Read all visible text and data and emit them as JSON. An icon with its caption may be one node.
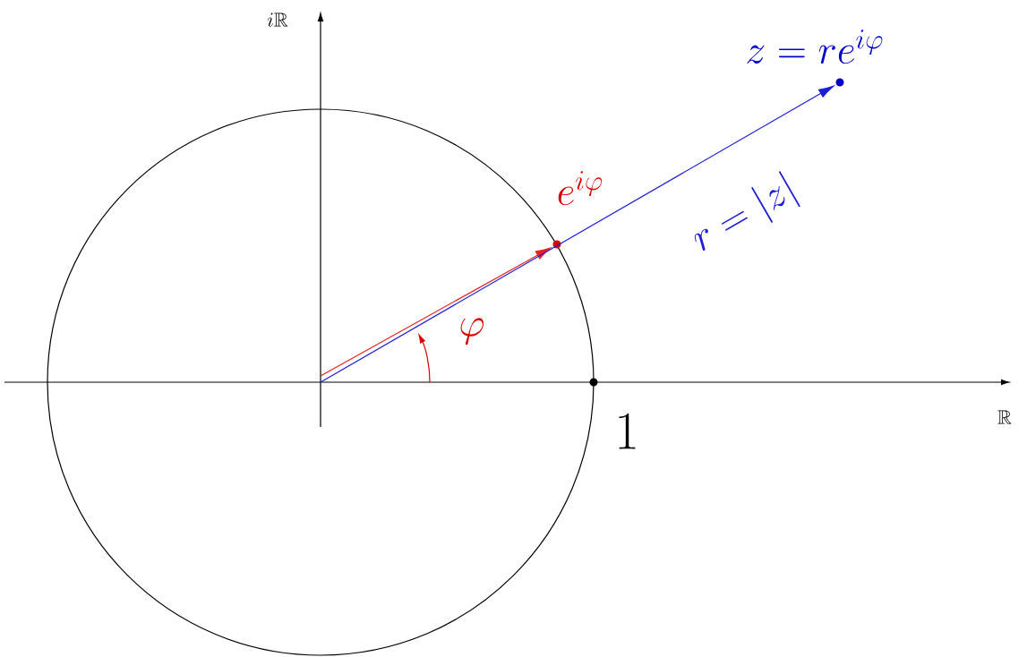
{
  "diagram": {
    "nodes": [
      {
        "text": [],
        "shape": "dot",
        "beside": [
          "e^{i\\varphi}"
        ]
      },
      {
        "text": [],
        "shape": "dot",
        "beside": [
          "z = re^{i\\varphi}"
        ]
      },
      {
        "text": [],
        "shape": "dot",
        "beside": [
          "1"
        ]
      }
    ],
    "edges": [
      {
        "from": null,
        "to": 0,
        "arrow": "to",
        "color": "#e8201c"
      },
      {
        "from": null,
        "to": 1,
        "arrow": "to",
        "label": "r = |z|",
        "color": "#1c1cd8"
      }
    ],
    "labels": [
      "i\\mathbb{R}",
      "\\mathbb{R}",
      "\\varphi"
    ]
  }
}
